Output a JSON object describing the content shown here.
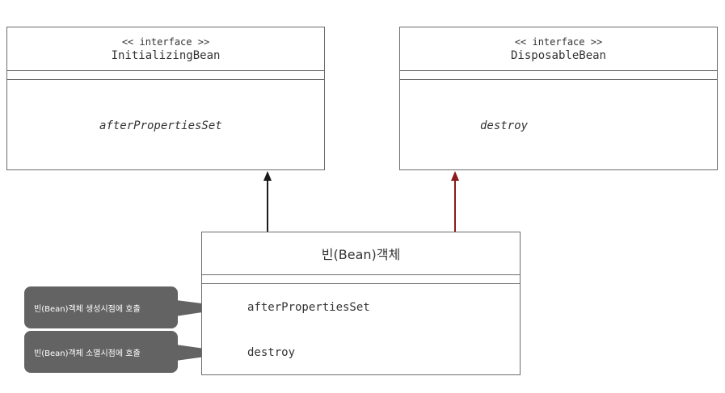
{
  "initializing_bean": {
    "stereotype": "<< interface >>",
    "name": "InitializingBean",
    "method": "afterPropertiesSet"
  },
  "disposable_bean": {
    "stereotype": "<< interface >>",
    "name": "DisposableBean",
    "method": "destroy"
  },
  "bean_object": {
    "name": "빈(Bean)객체",
    "methods": [
      "afterPropertiesSet",
      "destroy"
    ]
  },
  "callouts": [
    "빈(Bean)객체 생성시점에 호출",
    "빈(Bean)객체 소멸시점에 호출"
  ],
  "colors": {
    "border": "#6b6b6b",
    "arrow_initializing": "#1a1a1a",
    "arrow_disposable": "#8b1a1a",
    "callout_bg": "#636363"
  }
}
